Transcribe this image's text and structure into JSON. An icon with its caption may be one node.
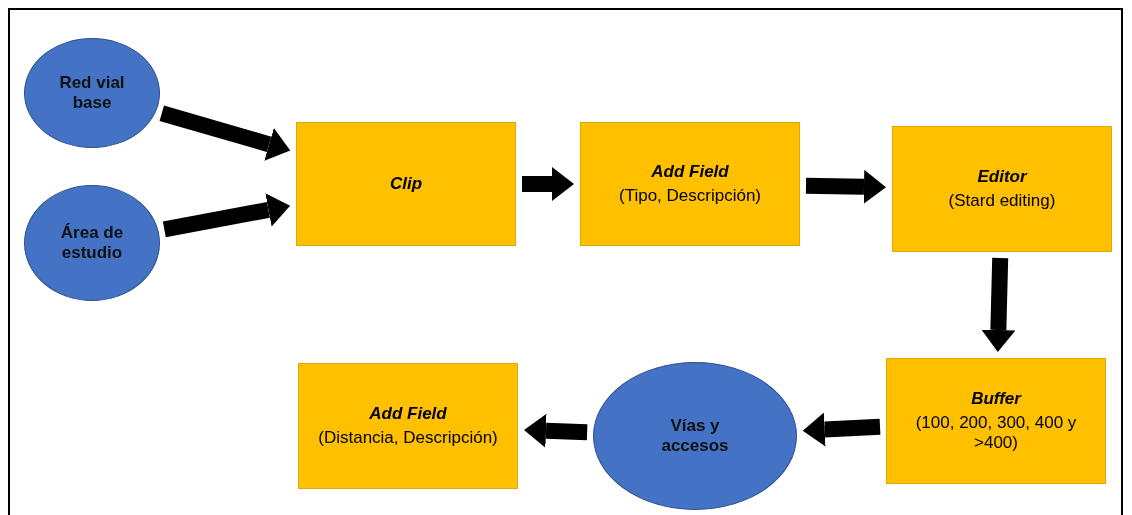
{
  "diagram": {
    "nodes": [
      {
        "text": [
          "Red vial base"
        ]
      },
      {
        "text": [
          "Área de estudio"
        ]
      },
      {
        "text": [
          "Clip"
        ]
      },
      {
        "text": [
          "Add Field",
          "(Tipo, Descripción)"
        ]
      },
      {
        "text": [
          "Editor",
          "(Stard editing)"
        ]
      },
      {
        "text": [
          "Buffer",
          "(100, 200, 300, 400 y >400)"
        ]
      },
      {
        "text": [
          "Vías y accesos"
        ]
      },
      {
        "text": [
          "Add Field",
          "(Distancia, Descripción)"
        ]
      }
    ],
    "edges": [
      {
        "from": 0,
        "to": 2,
        "arrow": "to"
      },
      {
        "from": 1,
        "to": 2,
        "arrow": "to"
      },
      {
        "from": 2,
        "to": 3,
        "arrow": "to"
      },
      {
        "from": 3,
        "to": 4,
        "arrow": "to"
      },
      {
        "from": 4,
        "to": 5,
        "arrow": "to"
      },
      {
        "from": 5,
        "to": 6,
        "arrow": "to"
      },
      {
        "from": 6,
        "to": 7,
        "arrow": "to"
      }
    ]
  }
}
